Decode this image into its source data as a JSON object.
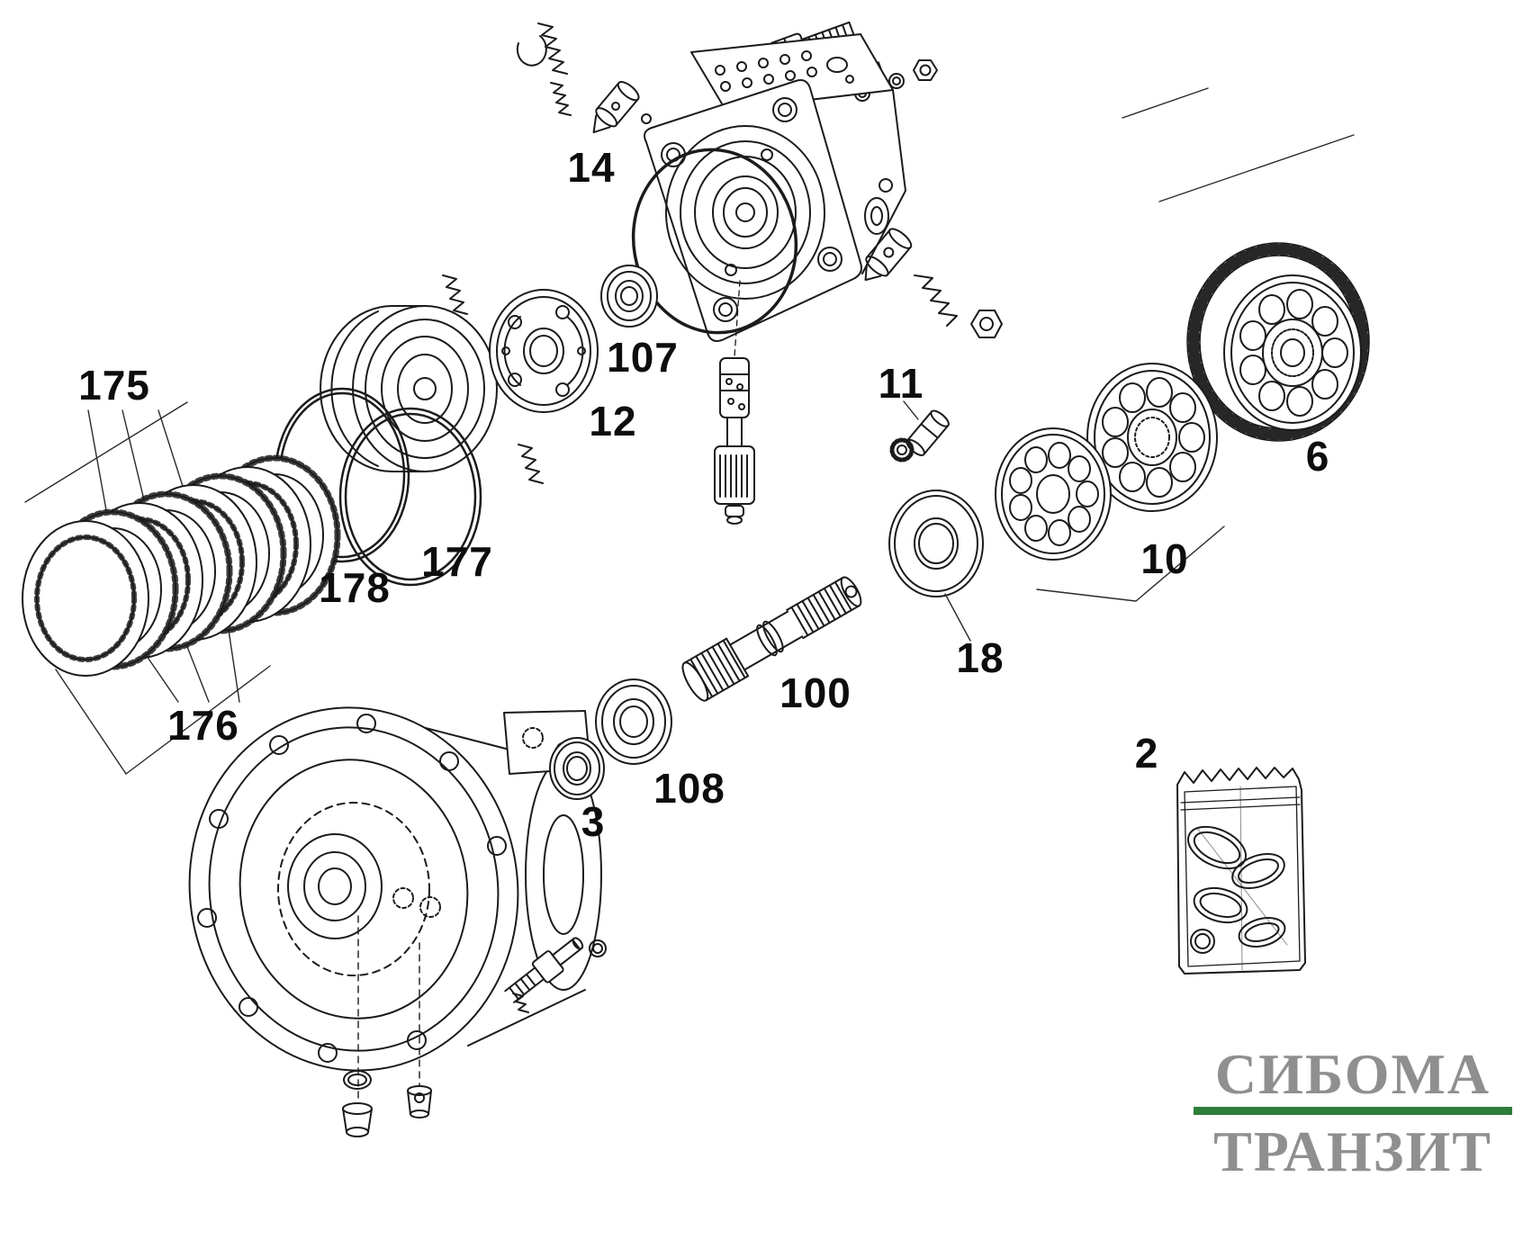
{
  "diagram": {
    "kind": "exploded-parts-diagram",
    "part_labels": [
      {
        "text": "14"
      },
      {
        "text": "107"
      },
      {
        "text": "12"
      },
      {
        "text": "175"
      },
      {
        "text": "178"
      },
      {
        "text": "177"
      },
      {
        "text": "176"
      },
      {
        "text": "11"
      },
      {
        "text": "6"
      },
      {
        "text": "10"
      },
      {
        "text": "18"
      },
      {
        "text": "100"
      },
      {
        "text": "108"
      },
      {
        "text": "3"
      },
      {
        "text": "2"
      }
    ]
  },
  "watermark": {
    "line1": "СИБОМА",
    "line2": "ТРАНЗИТ"
  },
  "colors": {
    "line": "#1b1b1b",
    "label": "#0d0d0d",
    "watermark-gray": "#8f8f8f",
    "watermark-green": "#2e7d38"
  }
}
